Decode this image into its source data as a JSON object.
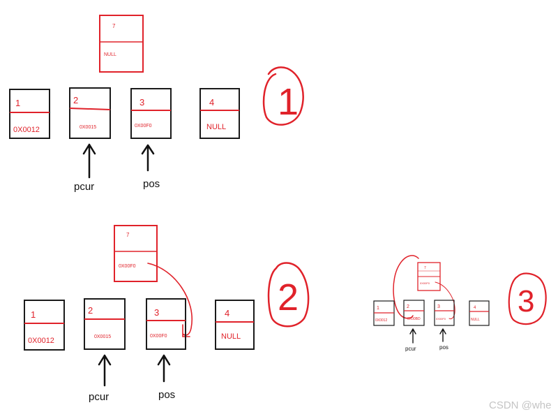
{
  "diagram": {
    "step1": {
      "step_label": "1",
      "new_node": {
        "value": "7",
        "next": "NULL"
      },
      "nodes": [
        {
          "value": "1",
          "next": "0X0012"
        },
        {
          "value": "2",
          "next": "0X0015"
        },
        {
          "value": "3",
          "next": "0X00F0"
        },
        {
          "value": "4",
          "next": "NULL"
        }
      ],
      "pointers": [
        {
          "label": "pcur",
          "target_node": 2
        },
        {
          "label": "pos",
          "target_node": 3
        }
      ]
    },
    "step2": {
      "step_label": "2",
      "new_node": {
        "value": "7",
        "next": "0X00F0"
      },
      "nodes": [
        {
          "value": "1",
          "next": "0X0012"
        },
        {
          "value": "2",
          "next": "0X0015"
        },
        {
          "value": "3",
          "next": "0X00F0"
        },
        {
          "value": "4",
          "next": "NULL"
        }
      ],
      "pointers": [
        {
          "label": "pcur",
          "target_node": 2
        },
        {
          "label": "pos",
          "target_node": 3
        }
      ]
    },
    "step3": {
      "step_label": "3",
      "new_node": {
        "value": "7",
        "next": "0X00F0"
      },
      "nodes": [
        {
          "value": "1",
          "next": "0X0012"
        },
        {
          "value": "2",
          "next": "0X00BD"
        },
        {
          "value": "3",
          "next": "0X00F0"
        },
        {
          "value": "4",
          "next": "NULL"
        }
      ],
      "pointers": [
        {
          "label": "pcur",
          "target_node": 2
        },
        {
          "label": "pos",
          "target_node": 3
        }
      ]
    }
  },
  "colors": {
    "ink": "#e0222a",
    "box": "#1a1a1a",
    "arrow": "#111111"
  },
  "watermark": "CSDN @whe"
}
